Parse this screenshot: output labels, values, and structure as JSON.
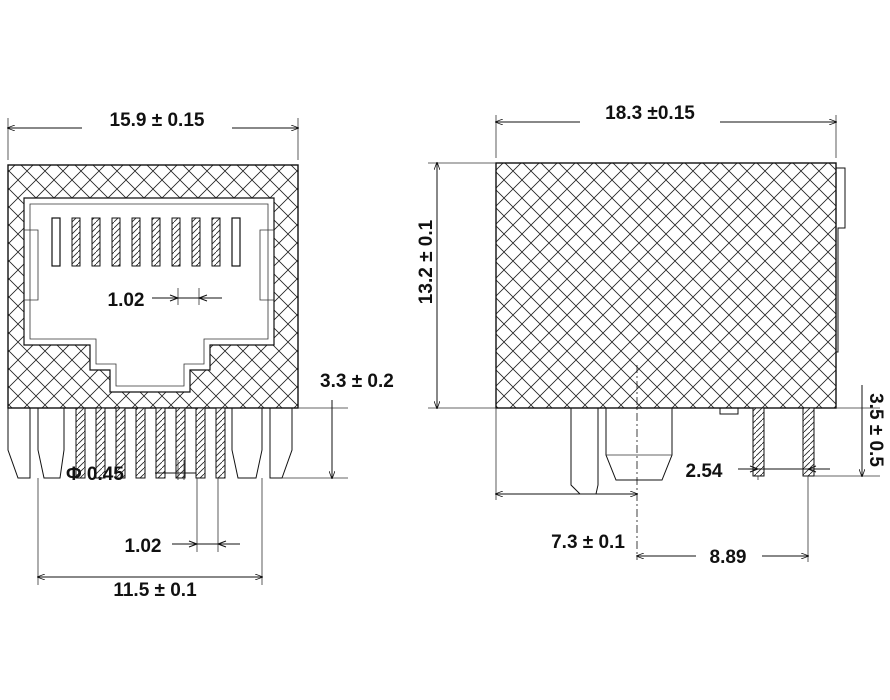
{
  "front_view": {
    "width": "15.9 ± 0.15",
    "pin_pitch_top": "1.02",
    "pin_diameter": "Φ 0.45",
    "pin_pitch_bottom": "1.02",
    "pin_span": "11.5 ± 0.1",
    "pin_length": "3.3 ± 0.2"
  },
  "side_view": {
    "length": "18.3 ±0.15",
    "height": "13.2 ± 0.1",
    "lead_length": "3.5 ± 0.5",
    "post_offset": "7.3 ± 0.1",
    "lead_pitch": "2.54",
    "lead_span": "8.89"
  },
  "colors": {
    "line": "#111111",
    "background": "#ffffff"
  }
}
